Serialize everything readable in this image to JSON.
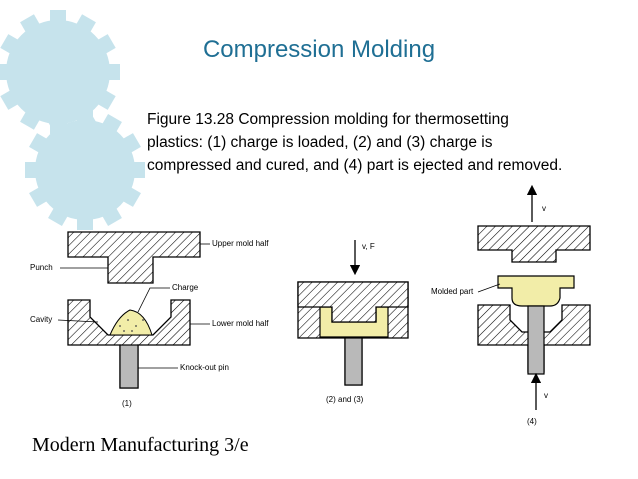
{
  "slide": {
    "title": "Compression Molding",
    "caption_lines": [
      "Figure 13.28  Compression molding for thermosetting",
      "plastics: (1) charge is loaded, (2) and (3) charge is",
      "compressed and cured, and (4) part is ejected and removed."
    ],
    "footer": "Modern Manufacturing 3/e"
  },
  "figure": {
    "labels": {
      "upper_mold_half": "Upper mold half",
      "punch": "Punch",
      "charge": "Charge",
      "cavity": "Cavity",
      "lower_mold_half": "Lower mold half",
      "knockout_pin": "Knock-out pin",
      "molded_part": "Molded part",
      "force": "v, F",
      "velocity_top": "v",
      "velocity_bottom": "v"
    },
    "step_labels": {
      "step1": "(1)",
      "step2_3": "(2) and (3)",
      "step4": "(4)"
    }
  },
  "colors": {
    "title": "#1f6f94",
    "gear": "#c6e3ec",
    "part": "#f2eda8",
    "pin": "#b9b9b9"
  }
}
